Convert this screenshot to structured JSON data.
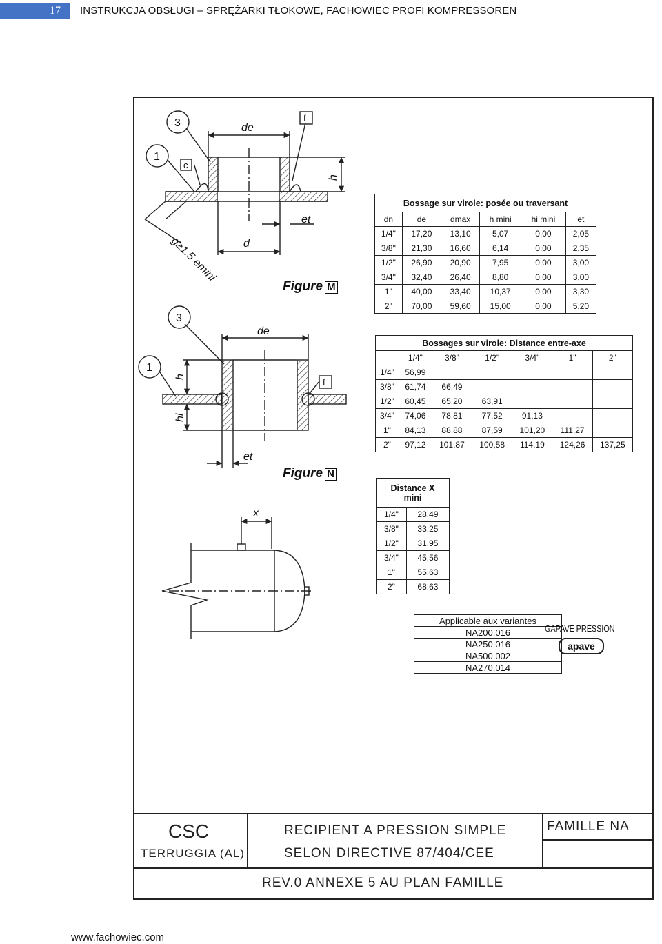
{
  "header": {
    "page_number": "17",
    "title": "INSTRUKCJA OBSŁUGI – SPRĘŻARKI TŁOKOWE, FACHOWIEC PROFI KOMPRESSOREN"
  },
  "footer": {
    "url": "www.fachowiec.com"
  },
  "drawing": {
    "figure_m": {
      "label": "Figure",
      "letter": "M",
      "callouts": [
        "3",
        "1",
        "c",
        "f"
      ],
      "dims": {
        "de": "de",
        "h": "h",
        "et": "et",
        "d": "d",
        "g": "g≥1.5 emini"
      }
    },
    "figure_n": {
      "label": "Figure",
      "letter": "N",
      "callouts": [
        "3",
        "1",
        "f"
      ],
      "dims": {
        "de": "de",
        "h": "h",
        "hi": "hi",
        "et": "et"
      }
    },
    "figure_x": {
      "dim": "x"
    }
  },
  "table_bossage": {
    "caption": "Bossage sur virole: posée ou traversant",
    "headers": [
      "dn",
      "de",
      "dmax",
      "h mini",
      "hi mini",
      "et"
    ],
    "rows": [
      [
        "1/4\"",
        "17,20",
        "13,10",
        "5,07",
        "0,00",
        "2,05"
      ],
      [
        "3/8\"",
        "21,30",
        "16,60",
        "6,14",
        "0,00",
        "2,35"
      ],
      [
        "1/2\"",
        "26,90",
        "20,90",
        "7,95",
        "0,00",
        "3,00"
      ],
      [
        "3/4\"",
        "32,40",
        "26,40",
        "8,80",
        "0,00",
        "3,00"
      ],
      [
        "1\"",
        "40,00",
        "33,40",
        "10,37",
        "0,00",
        "3,30"
      ],
      [
        "2\"",
        "70,00",
        "59,60",
        "15,00",
        "0,00",
        "5,20"
      ]
    ]
  },
  "table_distance": {
    "caption": "Bossages sur virole: Distance entre-axe",
    "headers": [
      "",
      "1/4\"",
      "3/8\"",
      "1/2\"",
      "3/4\"",
      "1\"",
      "2\""
    ],
    "rows": [
      [
        "1/4\"",
        "56,99",
        "",
        "",
        "",
        "",
        ""
      ],
      [
        "3/8\"",
        "61,74",
        "66,49",
        "",
        "",
        "",
        ""
      ],
      [
        "1/2\"",
        "60,45",
        "65,20",
        "63,91",
        "",
        "",
        ""
      ],
      [
        "3/4\"",
        "74,06",
        "78,81",
        "77,52",
        "91,13",
        "",
        ""
      ],
      [
        "1\"",
        "84,13",
        "88,88",
        "87,59",
        "101,20",
        "111,27",
        ""
      ],
      [
        "2\"",
        "97,12",
        "101,87",
        "100,58",
        "114,19",
        "124,26",
        "137,25"
      ]
    ]
  },
  "table_x": {
    "caption_line1": "Distance X",
    "caption_line2": "mini",
    "rows": [
      [
        "1/4\"",
        "28,49"
      ],
      [
        "3/8\"",
        "33,25"
      ],
      [
        "1/2\"",
        "31,95"
      ],
      [
        "3/4\"",
        "45,56"
      ],
      [
        "1\"",
        "55,63"
      ],
      [
        "2\"",
        "68,63"
      ]
    ]
  },
  "variants": {
    "caption": "Applicable aux variantes",
    "items": [
      "NA200.016",
      "NA250.016",
      "NA500.002",
      "NA270.014"
    ]
  },
  "stamp": {
    "line1": "GAPAVE PRESSION",
    "logo": "apave"
  },
  "title_block": {
    "company": "CSC",
    "location": "TERRUGGIA (AL)",
    "desc_line1": "RECIPIENT A PRESSION SIMPLE",
    "desc_line2": "SELON DIRECTIVE 87/404/CEE",
    "family": "FAMILLE NA",
    "revision": "REV.0 ANNEXE 5 AU PLAN FAMILLE"
  }
}
